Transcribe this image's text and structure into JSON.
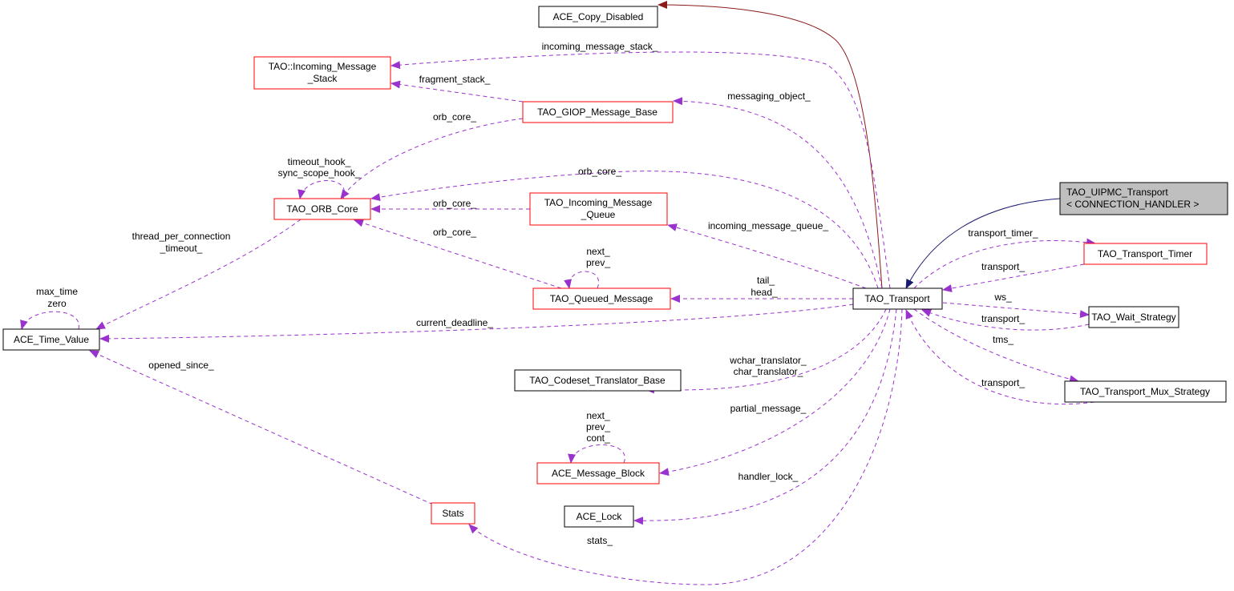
{
  "colors": {
    "usage_edge": "#9a32cd",
    "inheritance_edge": "#8b1a1a",
    "template_edge": "#191970",
    "undocumented_border": "#ff0000",
    "selected_fill": "#bfbfbf"
  },
  "nodes": {
    "copy_disabled": "ACE_Copy_Disabled",
    "msg_stack_1": "TAO::Incoming_Message",
    "msg_stack_2": "_Stack",
    "giop": "TAO_GIOP_Message_Base",
    "orb_core": "TAO_ORB_Core",
    "imq_1": "TAO_Incoming_Message",
    "imq_2": "_Queue",
    "queued": "TAO_Queued_Message",
    "time_value": "ACE_Time_Value",
    "transport": "TAO_Transport",
    "uipmc_1": "TAO_UIPMC_Transport",
    "uipmc_2": "< CONNECTION_HANDLER >",
    "timer": "TAO_Transport_Timer",
    "wait": "TAO_Wait_Strategy",
    "mux": "TAO_Transport_Mux_Strategy",
    "codeset": "TAO_Codeset_Translator_Base",
    "msg_block": "ACE_Message_Block",
    "lock": "ACE_Lock",
    "stats": "Stats"
  },
  "edge_labels": {
    "incoming_message_stack": "incoming_message_stack_",
    "fragment_stack": "fragment_stack_",
    "messaging_object": "messaging_object_",
    "giop_orb_core": "orb_core_",
    "orb_self_1": "timeout_hook_",
    "orb_self_2": "sync_scope_hook_",
    "transport_orb_core": "orb_core_",
    "imq_orb_core": "orb_core_",
    "queued_orb_core": "orb_core_",
    "queued_self_1": "next_",
    "queued_self_2": "prev_",
    "incoming_message_queue": "incoming_message_queue_",
    "tail": "tail_",
    "head": "head_",
    "current_deadline": "current_deadline_",
    "thread_timeout_1": "thread_per_connection",
    "thread_timeout_2": "_timeout_",
    "tv_self_1": "max_time",
    "tv_self_2": "zero",
    "opened_since": "opened_since_",
    "wchar_translator": "wchar_translator_",
    "char_translator": "char_translator_",
    "partial_message": "partial_message_",
    "mb_self_1": "next_",
    "mb_self_2": "prev_",
    "mb_self_3": "cont_",
    "handler_lock": "handler_lock_",
    "stats": "stats_",
    "transport_timer": "transport_timer_",
    "timer_transport": "transport_",
    "ws": "ws_",
    "wait_transport": "transport_",
    "tms": "tms_",
    "mux_transport": "transport_"
  }
}
